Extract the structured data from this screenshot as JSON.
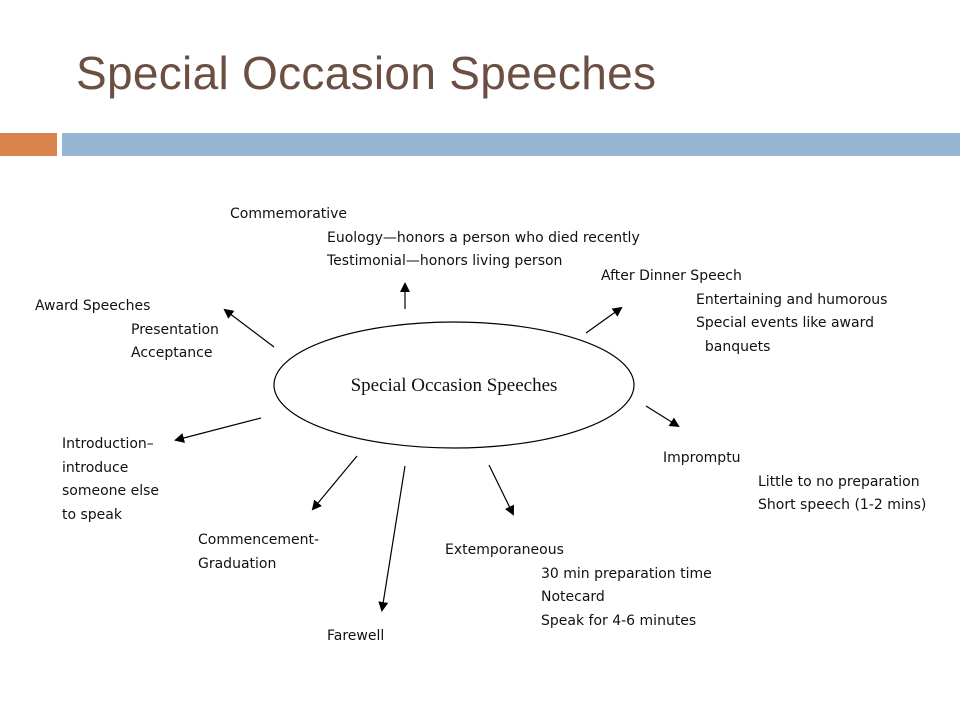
{
  "slide": {
    "title": "Special Occasion Speeches"
  },
  "diagram": {
    "center": "Special Occasion Speeches",
    "nodes": {
      "commemorative": {
        "heading": "Commemorative",
        "items": [
          "Euology—honors a  person who died recently",
          "Testimonial—honors living person"
        ]
      },
      "after_dinner": {
        "heading": "After Dinner Speech",
        "items": [
          "Entertaining and humorous",
          "Special events like award",
          "  banquets"
        ]
      },
      "award": {
        "heading": "Award Speeches",
        "items": [
          "Presentation",
          "Acceptance"
        ]
      },
      "introduction": {
        "lines": [
          "Introduction–",
          "introduce",
          "someone else",
          "to speak"
        ]
      },
      "impromptu": {
        "heading": "Impromptu",
        "items": [
          "Little to no preparation",
          "Short speech (1-2 mins)"
        ]
      },
      "commencement": {
        "lines": [
          "Commencement-",
          "Graduation"
        ]
      },
      "extemporaneous": {
        "heading": "Extemporaneous",
        "items": [
          "30 min preparation time",
          "Notecard",
          "Speak for 4-6 minutes"
        ]
      },
      "farewell": {
        "label": "Farewell"
      }
    }
  }
}
